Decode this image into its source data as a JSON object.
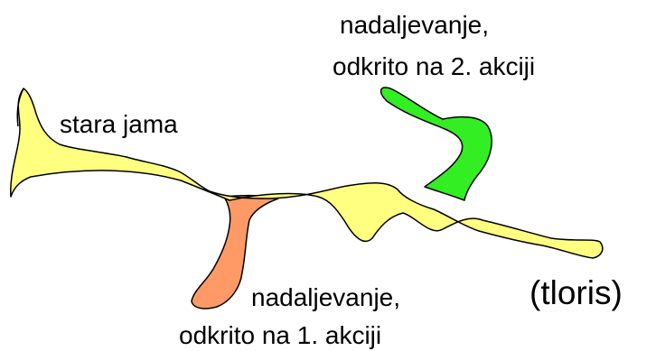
{
  "colors": {
    "old_cave": "#ffff80",
    "continuation_2": "#33ee22",
    "continuation_1": "#ff9966",
    "outline": "#000000",
    "background": "#ffffff"
  },
  "labels": {
    "old_cave": "stara jama",
    "continuation_2_line1": "nadaljevanje,",
    "continuation_2_line2": "odkrito na 2. akciji",
    "continuation_1_line1": "nadaljevanje,",
    "continuation_1_line2": "odkrito na 1. akciji",
    "view": "(tloris)"
  }
}
